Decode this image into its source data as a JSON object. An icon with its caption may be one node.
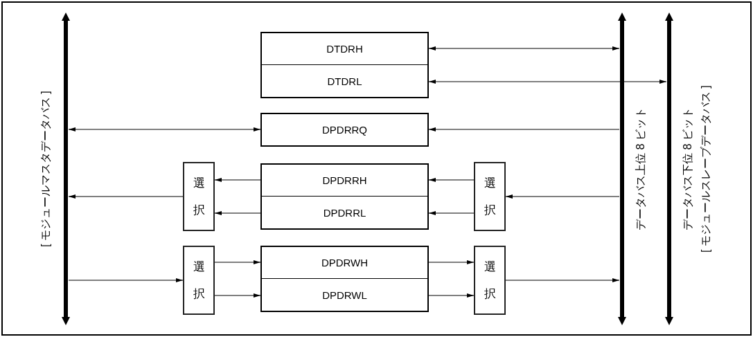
{
  "diagram": {
    "nodes": [
      {
        "text": [
          "[ モジュールマスタデータバス ]"
        ]
      },
      {
        "text": [
          "データバス上位 8 ビット"
        ]
      },
      {
        "text": [
          "データバス下位 8 ビット",
          "[ モジュールスレーブデータバス ]"
        ]
      },
      {
        "text": [
          "DTDRH"
        ]
      },
      {
        "text": [
          "DTDRL"
        ]
      },
      {
        "text": [
          "DPDRRQ"
        ]
      },
      {
        "text": [
          "選択"
        ]
      },
      {
        "text": [
          "DPDRRH"
        ]
      },
      {
        "text": [
          "選択"
        ]
      },
      {
        "text": [
          "DPDRRL"
        ]
      },
      {
        "text": [
          "選択"
        ]
      },
      {
        "text": [
          "DPDRWH"
        ]
      },
      {
        "text": [
          "選択"
        ]
      },
      {
        "text": [
          "DPDRWL"
        ]
      }
    ],
    "edges": [
      {
        "from": 3,
        "to": 1,
        "arrow": "both"
      },
      {
        "from": 4,
        "to": 2,
        "arrow": "both"
      },
      {
        "from": 0,
        "to": 5,
        "arrow": "both"
      },
      {
        "from": 1,
        "to": 5,
        "arrow": "to"
      },
      {
        "from": 1,
        "to": 8,
        "arrow": "to"
      },
      {
        "from": 8,
        "to": 7,
        "arrow": "to"
      },
      {
        "from": 8,
        "to": 9,
        "arrow": "to"
      },
      {
        "from": 7,
        "to": 6,
        "arrow": "to"
      },
      {
        "from": 9,
        "to": 6,
        "arrow": "to"
      },
      {
        "from": 6,
        "to": 0,
        "arrow": "to"
      },
      {
        "from": 0,
        "to": 10,
        "arrow": "to"
      },
      {
        "from": 10,
        "to": 11,
        "arrow": "to"
      },
      {
        "from": 10,
        "to": 13,
        "arrow": "to"
      },
      {
        "from": 11,
        "to": 12,
        "arrow": "to"
      },
      {
        "from": 13,
        "to": 12,
        "arrow": "to"
      },
      {
        "from": 12,
        "to": 1,
        "arrow": "to"
      }
    ]
  }
}
